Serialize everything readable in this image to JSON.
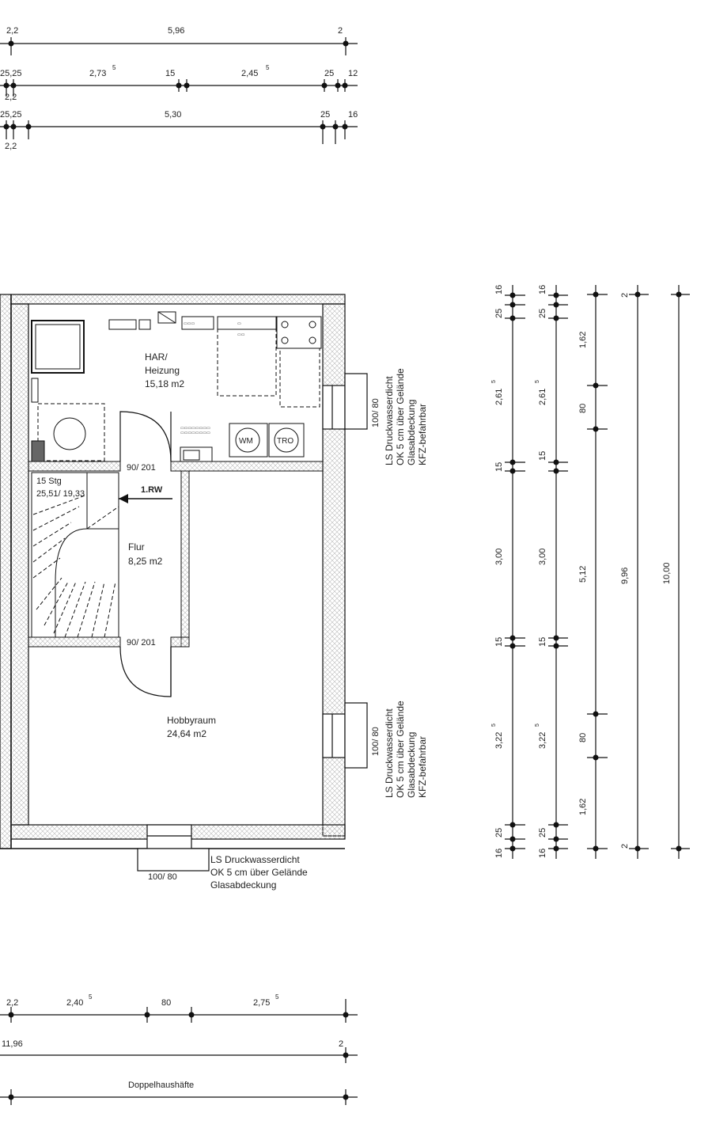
{
  "top_dims": {
    "row1": [
      "2,2",
      "5,96",
      "2"
    ],
    "row2": [
      "25,25",
      "2,73",
      "5",
      "15",
      "2,45",
      "5",
      "25",
      "12",
      "2,2"
    ],
    "row3": [
      "25,25",
      "5,30",
      "25",
      "16",
      "2,2"
    ]
  },
  "bottom_dims": {
    "row1": [
      "2,2",
      "2,40",
      "5",
      "80",
      "2,75",
      "5"
    ],
    "row2": [
      "11,96",
      "2"
    ],
    "row3": [
      "Doppelhaushäfte"
    ]
  },
  "right_dims": {
    "col1": [
      "25",
      "16",
      "2,61",
      "5",
      "15",
      "3,00",
      "15",
      "3,22",
      "5",
      "25",
      "16"
    ],
    "col2": [
      "25",
      "16",
      "2,61",
      "5",
      "15",
      "3,00",
      "15",
      "3,22",
      "5",
      "25",
      "16"
    ],
    "col3": [
      "1,62",
      "80",
      "5,12",
      "80",
      "1,62"
    ],
    "col4": [
      "2",
      "9,96",
      "2"
    ],
    "col5": [
      "10,00"
    ]
  },
  "rooms": {
    "har_name": "HAR/",
    "har_name2": "Heizung",
    "har_area": "15,18 m2",
    "flur_name": "Flur",
    "flur_area": "8,25 m2",
    "hobby_name": "Hobbyraum",
    "hobby_area": "24,64 m2"
  },
  "stairs": {
    "count": "15 Stg",
    "ratio": "25,51/ 19,33",
    "arrow_label": "1.RW"
  },
  "doors": {
    "door1": "90/ 201",
    "door2": "90/ 201"
  },
  "fixtures": {
    "wm": "WM",
    "tro": "TRO"
  },
  "windows": {
    "w_right_top": "100/ 80",
    "w_right_bottom": "100/ 80",
    "w_bottom": "100/ 80"
  },
  "notes": {
    "ls1": "LS Druckwasserdicht",
    "ls2": "OK 5 cm über Gelände",
    "ls3": "Glasabdeckung",
    "ls4": "KFZ-befahrbar"
  }
}
